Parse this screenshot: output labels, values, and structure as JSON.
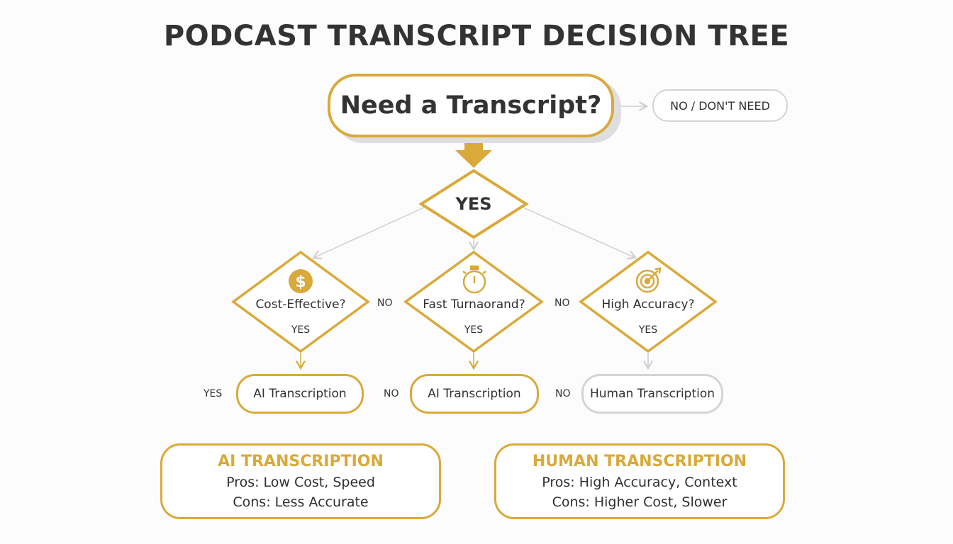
{
  "title": "PODCAST TRANSCRIPT DECISION TREE",
  "colors": {
    "accent": "#d9a93a",
    "text": "#2f2f2f",
    "neutral_border": "#d4d4d4",
    "connector": "#cfcfcf",
    "background": "#fcfcfc"
  },
  "start": {
    "label": "Need a Transcript?",
    "no_branch": "NO / DON'T NEED"
  },
  "yes_node": {
    "label": "YES"
  },
  "questions": [
    {
      "icon": "dollar-icon",
      "label": "Cost-Effective?",
      "yes_label": "YES",
      "no_label": "NO"
    },
    {
      "icon": "stopwatch-icon",
      "label": "Fast Turnaorand?",
      "yes_label": "YES",
      "no_label": "NO"
    },
    {
      "icon": "target-icon",
      "label": "High Accuracy?",
      "yes_label": "YES",
      "no_label": "NO"
    }
  ],
  "results": [
    {
      "side_label": "YES",
      "label": "AI Transcription"
    },
    {
      "side_label": "NO",
      "label": "AI Transcription"
    },
    {
      "side_label": "NO",
      "label": "Human Transcription"
    }
  ],
  "summaries": [
    {
      "title": "AI TRANSCRIPTION",
      "pros": "Pros: Low Cost, Speed",
      "cons": "Cons: Less Accurate"
    },
    {
      "title": "HUMAN TRANSCRIPTION",
      "pros": "Pros: High Accuracy, Context",
      "cons": "Cons: Higher Cost, Slower"
    }
  ]
}
